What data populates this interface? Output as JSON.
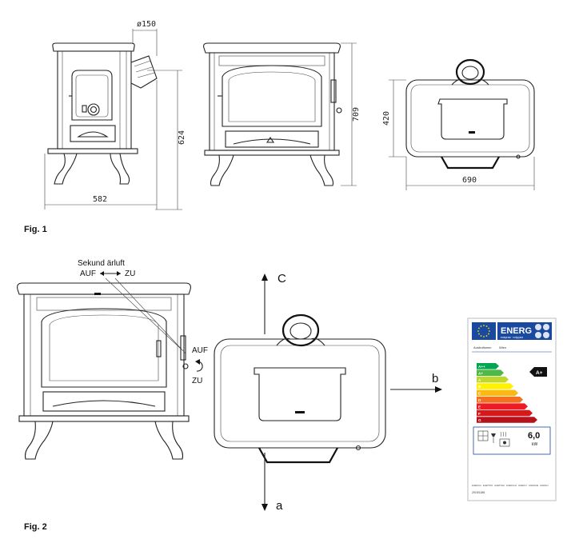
{
  "figure1": {
    "caption": "Fig. 1",
    "dimensions": {
      "flue_diameter": "ø150",
      "flue_height": "624",
      "total_height": "709",
      "depth": "420",
      "side_width": "582",
      "top_width": "690"
    }
  },
  "figure2": {
    "caption": "Fig. 2",
    "secondary_air_label": "Sekund ärluft",
    "secondary_air_open": "AUF",
    "secondary_air_closed": "ZU",
    "primary_air_open": "AUF",
    "primary_air_closed": "ZU",
    "arrow_c": "C",
    "arrow_b": "b",
    "arrow_a": "a",
    "energy_label": {
      "header": "ENERG",
      "header_sub": "енергия · ενέργεια",
      "supplier": "Austroflamm",
      "model": "Wien",
      "class_rows": [
        "A++",
        "A+",
        "A",
        "B",
        "C",
        "D",
        "E",
        "F",
        "G"
      ],
      "rating": "A+",
      "power_value": "6,0",
      "power_unit": "kW",
      "footer": "ENERGIA · ЕНЕРГИЯ · ΕΝΕΡΓΕΙΑ · ENERGIJA · ENERGY · ENERGIE · ENERGI",
      "regulation": "2015/1186"
    }
  },
  "colors": {
    "eu_blue": "#1a4aa0",
    "class_a_pp": "#00a651",
    "class_a_p": "#50b848",
    "class_a": "#bed630",
    "class_b": "#fff200",
    "class_c": "#fdb913",
    "class_d": "#f37021",
    "class_e": "#ed1c24",
    "class_f": "#d7191c",
    "class_g": "#b5121b"
  }
}
